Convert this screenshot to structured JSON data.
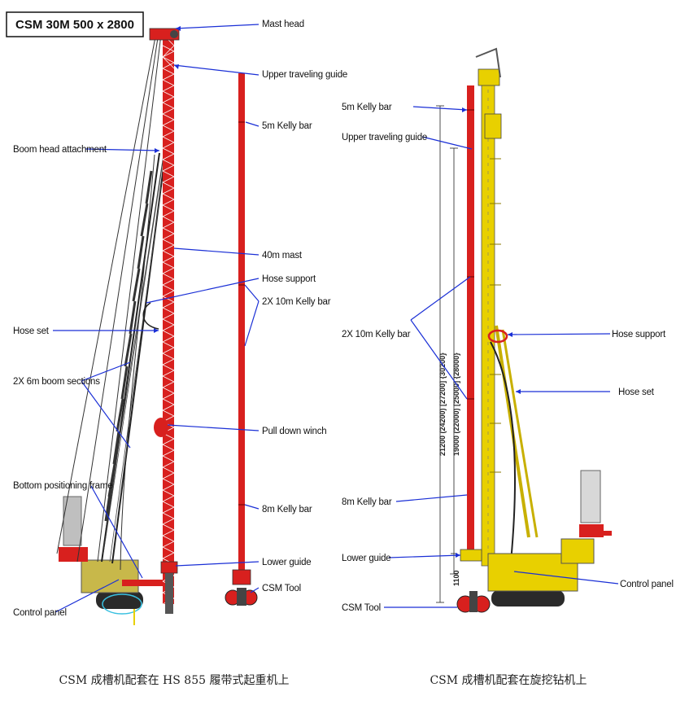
{
  "title": "CSM 30M 500 x 2800",
  "left_labels": {
    "mast_head": "Mast head",
    "upper_traveling_guide": "Upper traveling guide",
    "kelly_5m": "5m Kelly bar",
    "boom_head_attachment": "Boom head attachment",
    "mast_40m": "40m mast",
    "hose_support": "Hose support",
    "kelly_2x10m": "2X 10m Kelly bar",
    "hose_set": "Hose set",
    "boom_sections": "2X 6m boom sections",
    "pull_down_winch": "Pull down winch",
    "bottom_positioning_frame": "Bottom positioning frame",
    "kelly_8m": "8m Kelly bar",
    "lower_guide": "Lower guide",
    "csm_tool": "CSM Tool",
    "control_panel": "Control panel"
  },
  "right_labels": {
    "kelly_5m": "5m Kelly bar",
    "upper_traveling_guide": "Upper traveling guide",
    "kelly_2x10m": "2X 10m Kelly bar",
    "hose_support": "Hose support",
    "hose_set": "Hose set",
    "kelly_8m": "8m Kelly bar",
    "lower_guide": "Lower guide",
    "control_panel": "Control panel",
    "csm_tool": "CSM Tool"
  },
  "dimensions": {
    "dim_top": "21200 (24200) [27200] {30200}",
    "dim_bottom": "19000 (22000) [25000] {28000}",
    "dim_small": "1100"
  },
  "captions": {
    "left": "CSM 成槽机配套在 HS 855 履带式起重机上",
    "right": "CSM 成槽机配套在旋挖钻机上"
  },
  "colors": {
    "leader": "#1a2fd6",
    "mast_red": "#d8201e",
    "machine_yellow": "#e8d000",
    "crane_yellow": "#c8b84a"
  }
}
